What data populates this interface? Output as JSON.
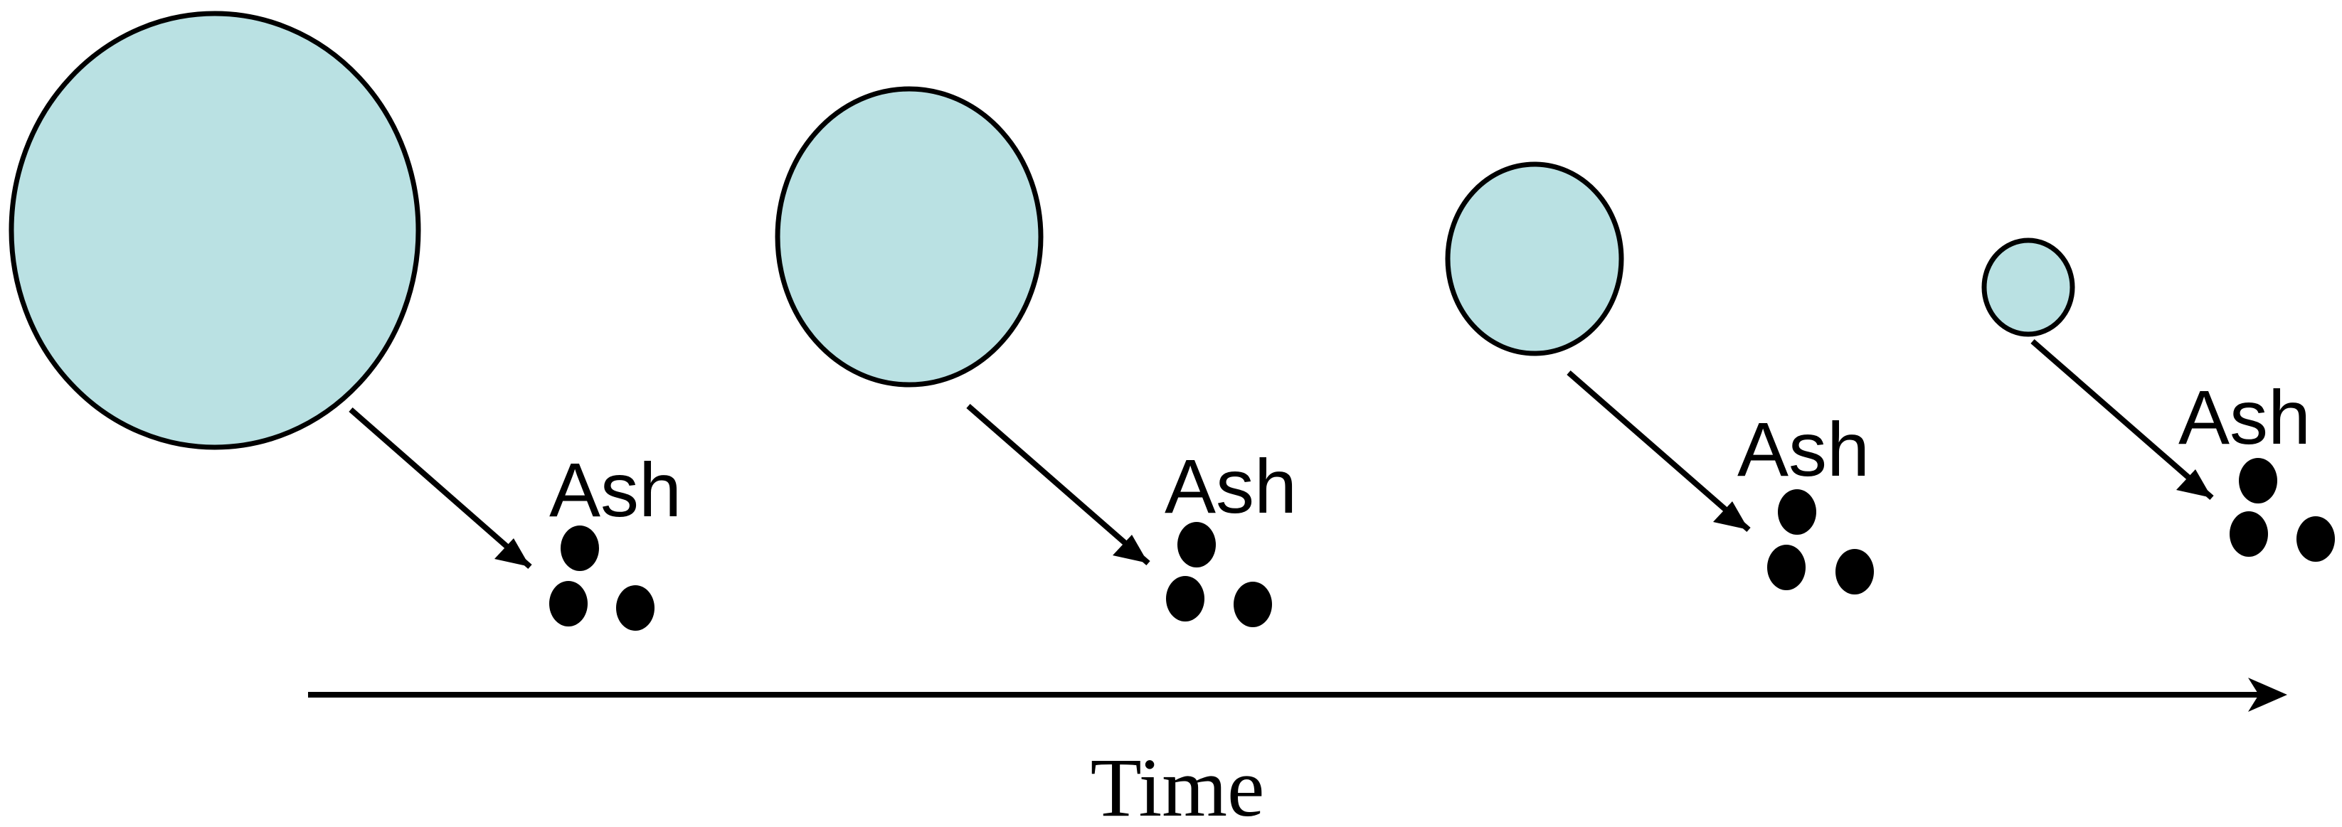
{
  "colors": {
    "circle_fill": "#bae1e3",
    "stroke": "#000000",
    "background": "#ffffff"
  },
  "stages": [
    {
      "ash_label": "Ash"
    },
    {
      "ash_label": "Ash"
    },
    {
      "ash_label": "Ash"
    },
    {
      "ash_label": "Ash"
    }
  ],
  "time_axis": {
    "label": "Time"
  }
}
